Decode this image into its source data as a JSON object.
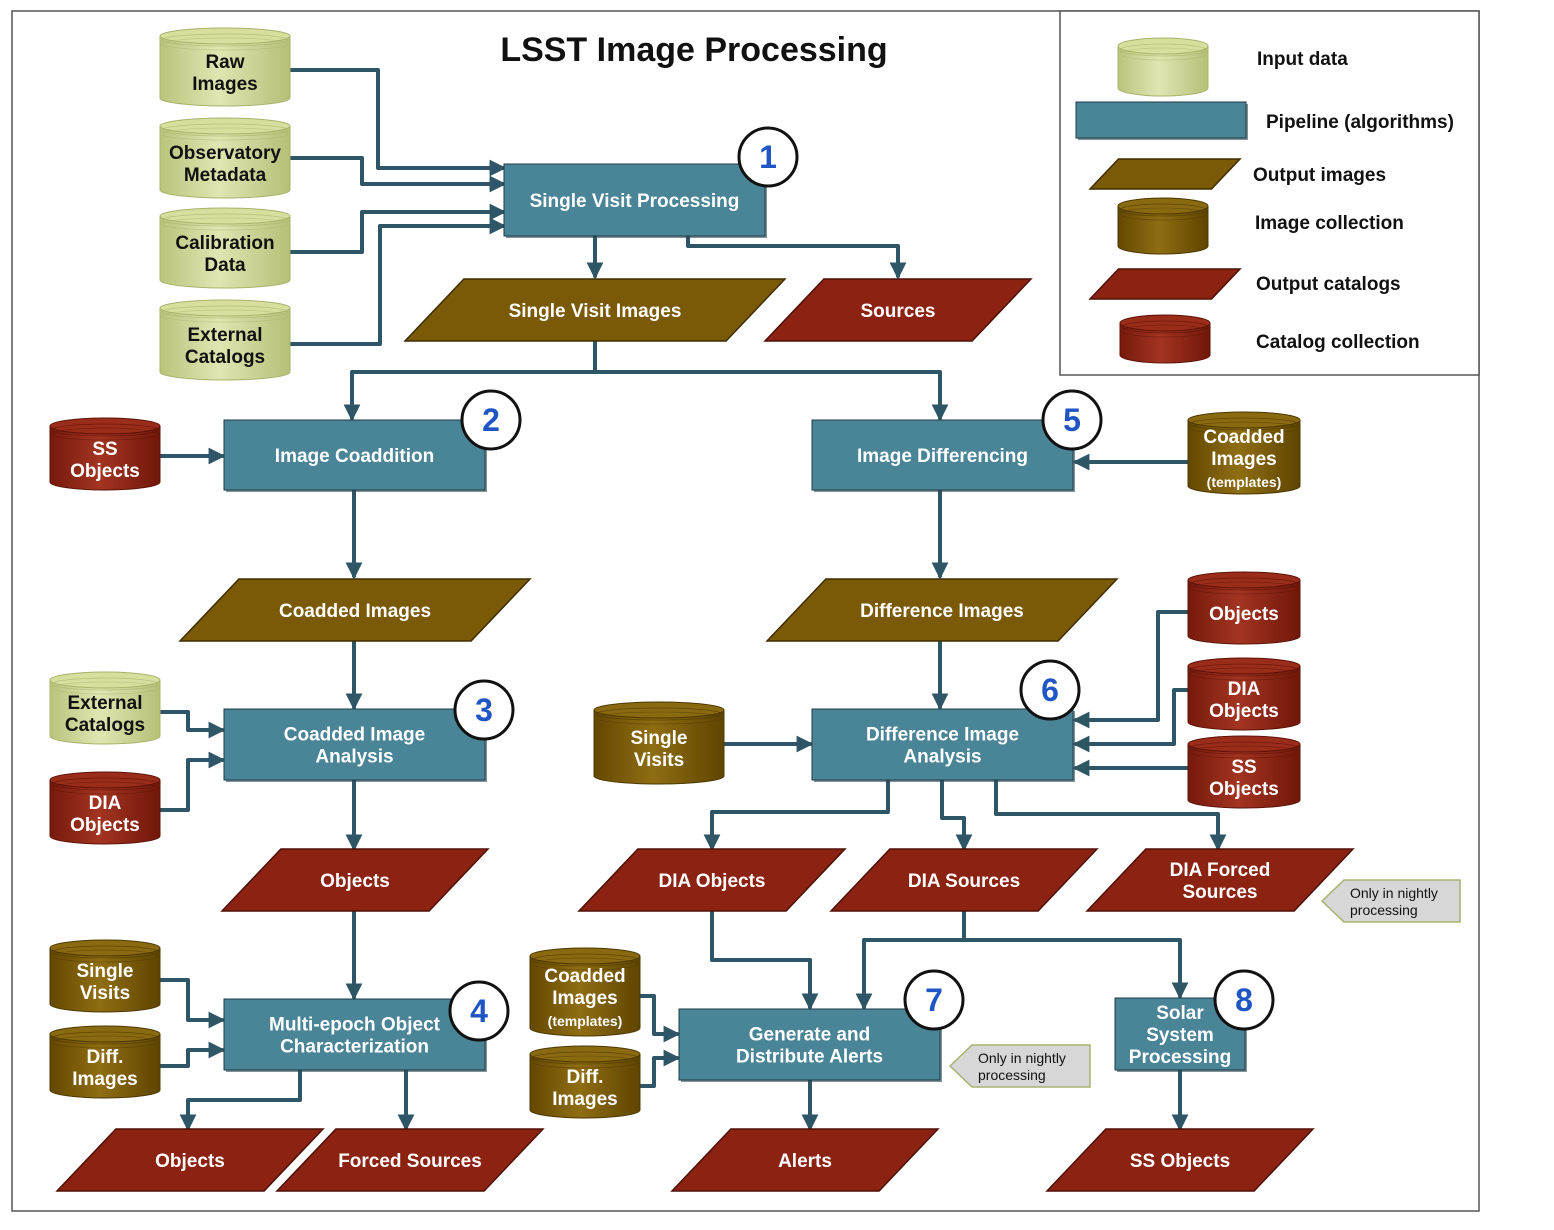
{
  "title": "LSST Image Processing",
  "colors": {
    "input_data": "#cfd89a",
    "pipeline": "#4a8497",
    "output_image": "#7a5a06",
    "output_catalog": "#8c2312",
    "connector": "#2e5666",
    "number": "#1f56c4"
  },
  "legend": {
    "input_data": "Input data",
    "pipeline": "Pipeline (algorithms)",
    "output_images": "Output images",
    "image_collection": "Image collection",
    "output_catalogs": "Output catalogs",
    "catalog_collection": "Catalog collection"
  },
  "inputs": {
    "raw_images": [
      "Raw",
      "Images"
    ],
    "observatory_metadata": [
      "Observatory",
      "Metadata"
    ],
    "calibration_data": [
      "Calibration",
      "Data"
    ],
    "external_catalogs_top": [
      "External",
      "Catalogs"
    ],
    "external_catalogs_3": [
      "External",
      "Catalogs"
    ]
  },
  "collections": {
    "ss_objects_2": [
      "SS",
      "Objects"
    ],
    "coadded_templates_5": [
      "Coadded",
      "Images",
      "(templates)"
    ],
    "objects_6": [
      "Objects"
    ],
    "dia_objects_6": [
      "DIA",
      "Objects"
    ],
    "ss_objects_6": [
      "SS",
      "Objects"
    ],
    "single_visits_6": [
      "Single",
      "Visits"
    ],
    "dia_objects_3": [
      "DIA",
      "Objects"
    ],
    "single_visits_4": [
      "Single",
      "Visits"
    ],
    "diff_images_4": [
      "Diff.",
      "Images"
    ],
    "coadded_templates_7": [
      "Coadded",
      "Images",
      "(templates)"
    ],
    "diff_images_7": [
      "Diff.",
      "Images"
    ]
  },
  "pipelines": {
    "p1": [
      "Single Visit Processing"
    ],
    "p2": [
      "Image Coaddition"
    ],
    "p3": [
      "Coadded Image",
      "Analysis"
    ],
    "p4": [
      "Multi-epoch Object",
      "Characterization"
    ],
    "p5": [
      "Image Differencing"
    ],
    "p6": [
      "Difference Image",
      "Analysis"
    ],
    "p7": [
      "Generate and",
      "Distribute Alerts"
    ],
    "p8": [
      "Solar",
      "System",
      "Processing"
    ]
  },
  "numbers": [
    "1",
    "2",
    "3",
    "4",
    "5",
    "6",
    "7",
    "8"
  ],
  "outputs": {
    "single_visit_images": [
      "Single Visit Images"
    ],
    "sources": [
      "Sources"
    ],
    "coadded_images": [
      "Coadded Images"
    ],
    "difference_images": [
      "Difference Images"
    ],
    "objects_3": [
      "Objects"
    ],
    "dia_objects": [
      "DIA Objects"
    ],
    "dia_sources": [
      "DIA Sources"
    ],
    "dia_forced_sources": [
      "DIA Forced",
      "Sources"
    ],
    "objects_4": [
      "Objects"
    ],
    "forced_sources": [
      "Forced Sources"
    ],
    "alerts": [
      "Alerts"
    ],
    "ss_objects_8": [
      "SS Objects"
    ]
  },
  "notes": {
    "nightly_6": [
      "Only in nightly",
      "processing"
    ],
    "nightly_7": [
      "Only in nightly",
      "processing"
    ]
  }
}
